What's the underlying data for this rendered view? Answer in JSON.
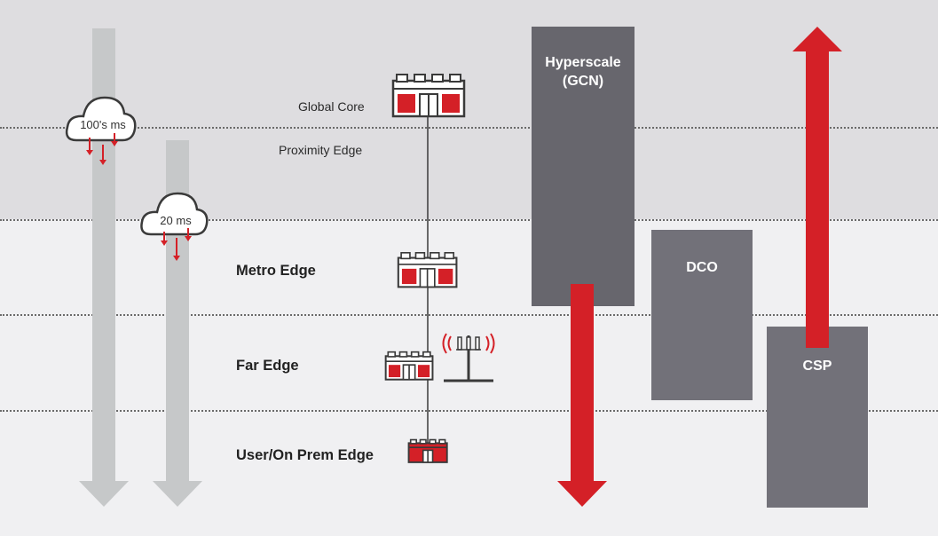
{
  "tiers": {
    "global_core": "Global Core",
    "proximity_edge": "Proximity Edge",
    "metro_edge": "Metro Edge",
    "far_edge": "Far Edge",
    "user_edge": "User/On Prem Edge"
  },
  "latency": {
    "cloud_1": "100's ms",
    "cloud_2": "20 ms"
  },
  "providers": {
    "hyperscale_line1": "Hyperscale",
    "hyperscale_line2": "(GCN)",
    "dco": "DCO",
    "csp": "CSP"
  },
  "colors": {
    "accent_red": "#d42027",
    "box_dark": "#67666d",
    "box_mid": "#727179",
    "arrow_gray": "#c6c8c9",
    "band_top": "#dedde0",
    "band_bottom": "#f0f0f2"
  },
  "icons": [
    "latency-cloud-icon",
    "data-center-icon",
    "cell-tower-icon"
  ]
}
